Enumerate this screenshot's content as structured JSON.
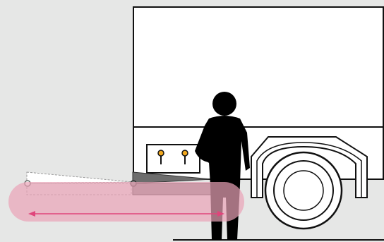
{
  "scene": {
    "colors": {
      "background": "#e6e7e6",
      "truck_body": "#ffffff",
      "outline": "#111111",
      "person": "#000000",
      "highlight": "#e9a3b7",
      "arrow": "#e0457b",
      "tailgate_shade": "#555555",
      "light_bulb": "#f2a81d"
    },
    "elements": [
      "truck-cargo-box",
      "rear-wheel",
      "wheel-fender",
      "tail-light-panel",
      "tail-lights",
      "person-silhouette",
      "lift-gate-platform",
      "extended-platform-outline",
      "reach-zone-highlight",
      "reach-range-arrow"
    ]
  }
}
